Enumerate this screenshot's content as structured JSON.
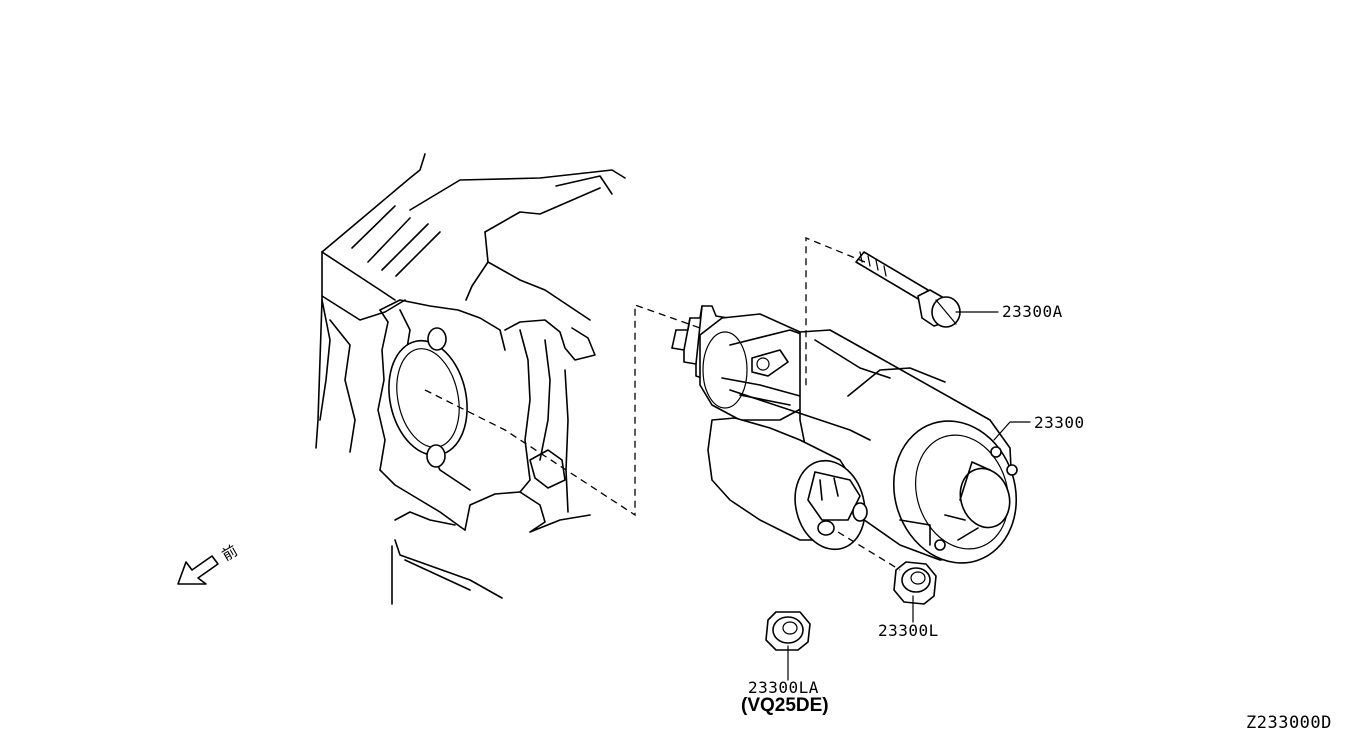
{
  "diagram": {
    "callouts": [
      {
        "id": "bolt",
        "text": "23300A"
      },
      {
        "id": "starter",
        "text": "23300"
      },
      {
        "id": "nut",
        "text": "23300L"
      },
      {
        "id": "nut_alt",
        "text": "23300LA"
      }
    ],
    "engine_variant": "(VQ25DE)",
    "front_marker": "前",
    "diagram_code": "Z233000D"
  }
}
